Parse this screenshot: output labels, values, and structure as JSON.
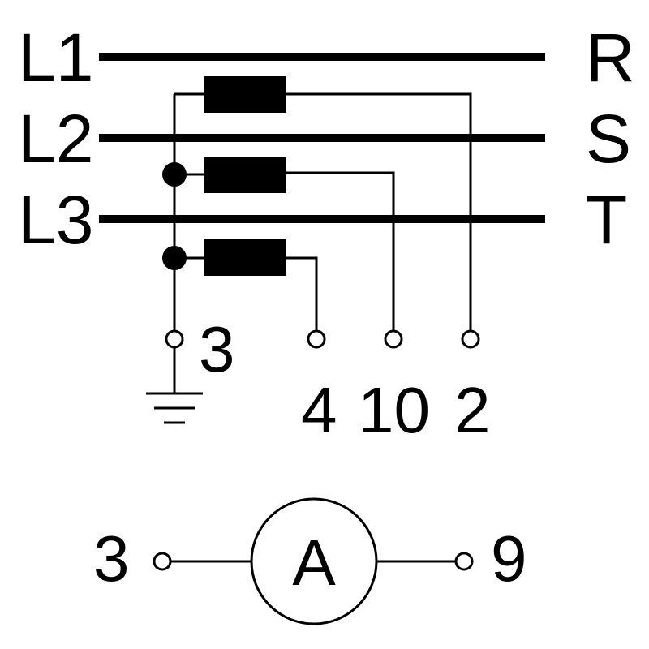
{
  "phases_left": [
    "L1",
    "L2",
    "L3"
  ],
  "phases_right": [
    "R",
    "S",
    "T"
  ],
  "top_terminals": {
    "common": "3",
    "ct3": "4",
    "ct2": "10",
    "ct1": "2"
  },
  "ammeter": {
    "symbol": "A",
    "left_terminal": "3",
    "right_terminal": "9"
  },
  "colors": {
    "line": "#000000",
    "background": "#ffffff"
  }
}
